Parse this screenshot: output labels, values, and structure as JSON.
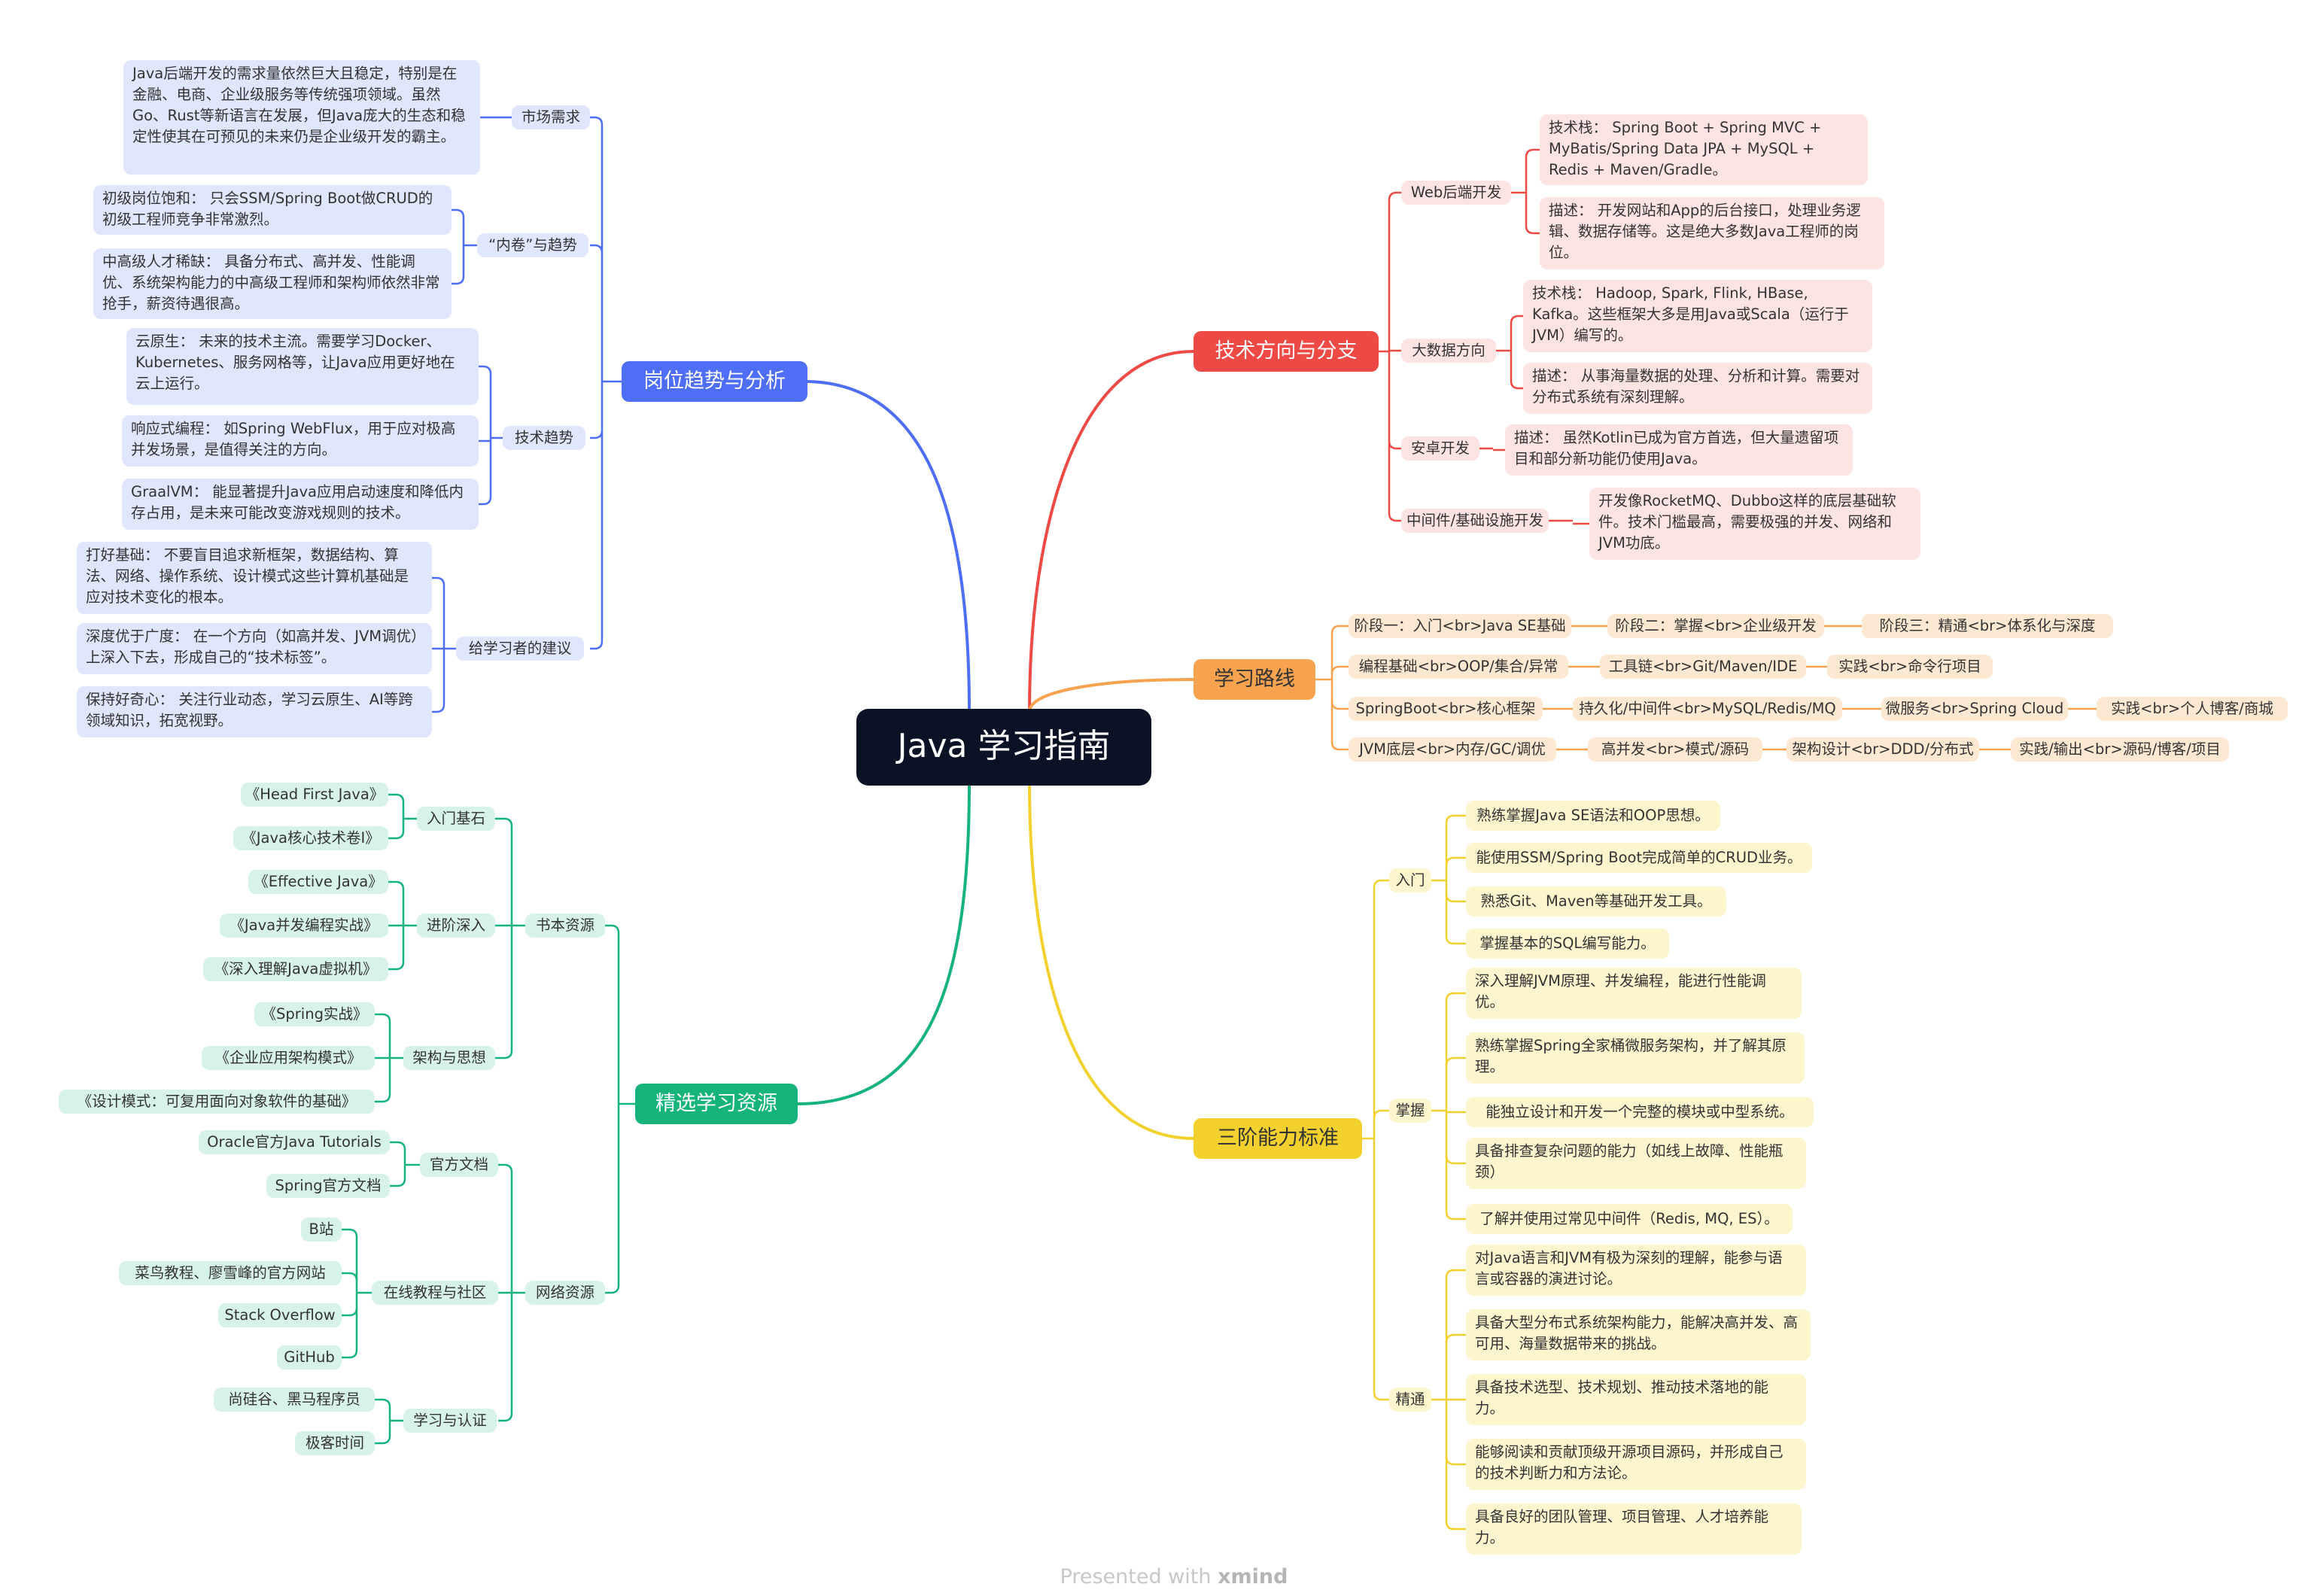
{
  "root": "Java 学习指南",
  "colors": {
    "blue": "#4d6ef5",
    "red": "#ee4a45",
    "orange": "#f6a24e",
    "yellow": "#f2d12e",
    "green": "#16b37a"
  },
  "trends": {
    "title": "岗位趋势与分析",
    "market": {
      "label": "市场需求",
      "items": [
        "Java后端开发的需求量依然巨大且稳定，特别是在金融、电商、企业级服务等传统强项领域。虽然Go、Rust等新语言在发展，但Java庞大的生态和稳定性使其在可预见的未来仍是企业级开发的霸主。"
      ]
    },
    "involution": {
      "label": "“内卷”与趋势",
      "items": [
        "初级岗位饱和： 只会SSM/Spring Boot做CRUD的初级工程师竞争非常激烈。",
        "中高级人才稀缺： 具备分布式、高并发、性能调优、系统架构能力的中高级工程师和架构师依然非常抢手，薪资待遇很高。"
      ]
    },
    "tech": {
      "label": "技术趋势",
      "items": [
        "云原生： 未来的技术主流。需要学习Docker、Kubernetes、服务网格等，让Java应用更好地在云上运行。",
        "响应式编程： 如Spring WebFlux，用于应对极高并发场景，是值得关注的方向。",
        "GraalVM： 能显著提升Java应用启动速度和降低内存占用，是未来可能改变游戏规则的技术。"
      ]
    },
    "advice": {
      "label": "给学习者的建议",
      "items": [
        "打好基础： 不要盲目追求新框架，数据结构、算法、网络、操作系统、设计模式这些计算机基础是应对技术变化的根本。",
        "深度优于广度： 在一个方向（如高并发、JVM调优）上深入下去，形成自己的“技术标签”。",
        "保持好奇心： 关注行业动态，学习云原生、AI等跨领域知识，拓宽视野。"
      ]
    }
  },
  "resources": {
    "title": "精选学习资源",
    "books": {
      "label": "书本资源",
      "groups": [
        {
          "label": "入门基石",
          "items": [
            "《Head First Java》",
            "《Java核心技术卷I》"
          ]
        },
        {
          "label": "进阶深入",
          "items": [
            "《Effective Java》",
            "《Java并发编程实战》",
            "《深入理解Java虚拟机》"
          ]
        },
        {
          "label": "架构与思想",
          "items": [
            "《Spring实战》",
            "《企业应用架构模式》",
            "《设计模式：可复用面向对象软件的基础》"
          ]
        }
      ]
    },
    "web": {
      "label": "网络资源",
      "groups": [
        {
          "label": "官方文档",
          "items": [
            "Oracle官方Java Tutorials",
            "Spring官方文档"
          ]
        },
        {
          "label": "在线教程与社区",
          "items": [
            "B站",
            "菜鸟教程、廖雪峰的官方网站",
            "Stack Overflow",
            "GitHub"
          ]
        },
        {
          "label": "学习与认证",
          "items": [
            "尚硅谷、黑马程序员",
            "极客时间"
          ]
        }
      ]
    }
  },
  "directions": {
    "title": "技术方向与分支",
    "web": {
      "label": "Web后端开发",
      "items": [
        "技术栈： Spring Boot + Spring MVC + MyBatis/Spring Data JPA + MySQL + Redis + Maven/Gradle。",
        "描述： 开发网站和App的后台接口，处理业务逻辑、数据存储等。这是绝大多数Java工程师的岗位。"
      ]
    },
    "bigdata": {
      "label": "大数据方向",
      "items": [
        "技术栈： Hadoop, Spark, Flink, HBase, Kafka。这些框架大多是用Java或Scala（运行于JVM）编写的。",
        "描述： 从事海量数据的处理、分析和计算。需要对分布式系统有深刻理解。"
      ]
    },
    "android": {
      "label": "安卓开发",
      "items": [
        "描述： 虽然Kotlin已成为官方首选，但大量遗留项目和部分新功能仍使用Java。"
      ]
    },
    "middleware": {
      "label": "中间件/基础设施开发",
      "items": [
        "开发像RocketMQ、Dubbo这样的底层基础软件。技术门槛最高，需要极强的并发、网络和JVM功底。"
      ]
    }
  },
  "route": {
    "title": "学习路线",
    "rows": [
      [
        "阶段一：入门<br>Java SE基础",
        "阶段二：掌握<br>企业级开发",
        "阶段三：精通<br>体系化与深度"
      ],
      [
        "编程基础<br>OOP/集合/异常",
        "工具链<br>Git/Maven/IDE",
        "实践<br>命令行项目"
      ],
      [
        "SpringBoot<br>核心框架",
        "持久化/中间件<br>MySQL/Redis/MQ",
        "微服务<br>Spring Cloud",
        "实践<br>个人博客/商城"
      ],
      [
        "JVM底层<br>内存/GC/调优",
        "高并发<br>模式/源码",
        "架构设计<br>DDD/分布式",
        "实践/输出<br>源码/博客/项目"
      ]
    ]
  },
  "standards": {
    "title": "三阶能力标准",
    "entry": {
      "label": "入门",
      "items": [
        "熟练掌握Java SE语法和OOP思想。",
        "能使用SSM/Spring Boot完成简单的CRUD业务。",
        "熟悉Git、Maven等基础开发工具。",
        "掌握基本的SQL编写能力。"
      ]
    },
    "master": {
      "label": "掌握",
      "items": [
        "深入理解JVM原理、并发编程，能进行性能调优。",
        "熟练掌握Spring全家桶微服务架构，并了解其原理。",
        "能独立设计和开发一个完整的模块或中型系统。",
        "具备排查复杂问题的能力（如线上故障、性能瓶颈）",
        "了解并使用过常见中间件（Redis, MQ, ES）。"
      ]
    },
    "expert": {
      "label": "精通",
      "items": [
        "对Java语言和JVM有极为深刻的理解，能参与语言或容器的演进讨论。",
        "具备大型分布式系统架构能力，能解决高并发、高可用、海量数据带来的挑战。",
        "具备技术选型、技术规划、推动技术落地的能力。",
        "能够阅读和贡献顶级开源项目源码，并形成自己的技术判断力和方法论。",
        "具备良好的团队管理、项目管理、人才培养能力。"
      ]
    }
  },
  "watermark": {
    "prefix": "Presented with",
    "brand": "xmind"
  }
}
